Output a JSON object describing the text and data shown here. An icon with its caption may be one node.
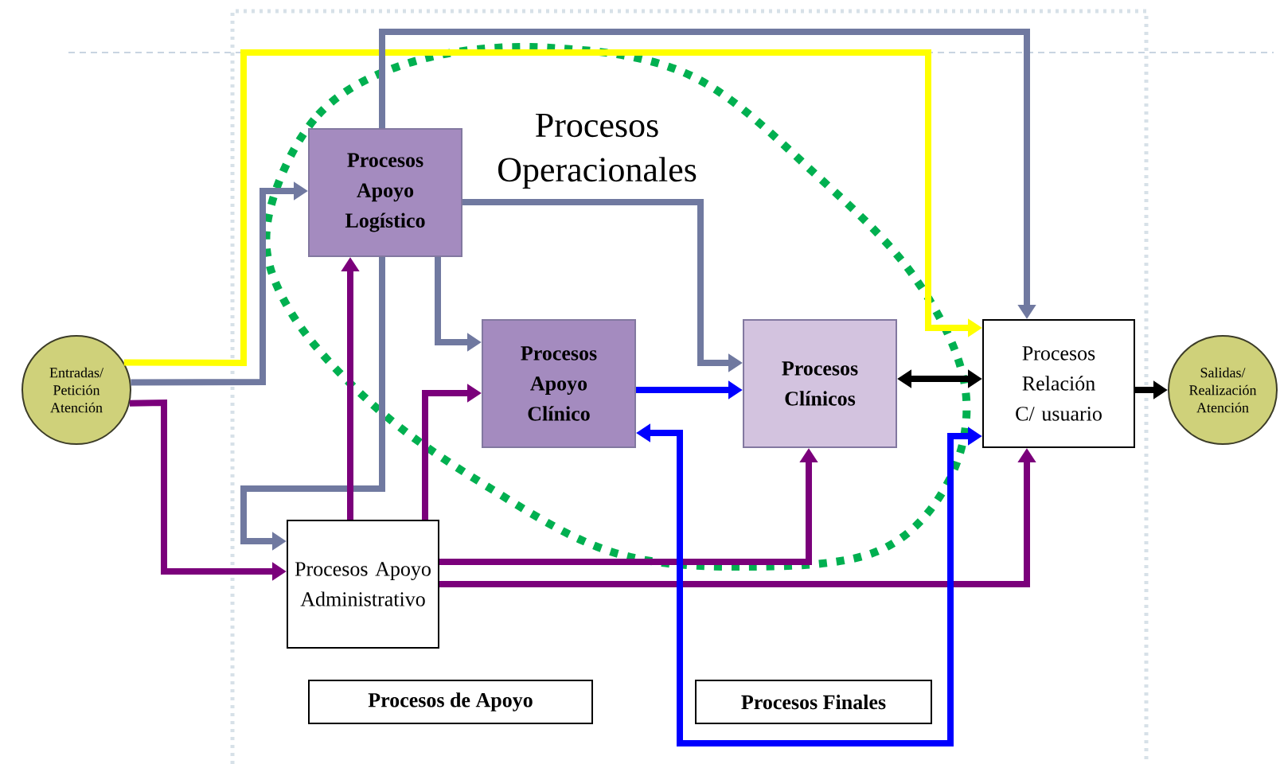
{
  "diagram": {
    "nodes": [
      {
        "text": [
          "Entradas/ Petición Atención"
        ]
      },
      {
        "text": [
          "Procesos Apoyo Logístico"
        ]
      },
      {
        "text": [
          "Procesos Apoyo Clínico"
        ]
      },
      {
        "text": [
          "Procesos Clínicos"
        ]
      },
      {
        "text": [
          "Procesos Relación C/ usuario"
        ]
      },
      {
        "text": [
          "Salidas/ Realización Atención"
        ]
      },
      {
        "text": [
          "Procesos Apoyo Administrativo"
        ]
      },
      {
        "text": [
          "Procesos de Apoyo"
        ]
      },
      {
        "text": [
          "Procesos Finales"
        ]
      }
    ],
    "labels": [
      "Procesos Operacionales"
    ],
    "edges": [
      {
        "from": 0,
        "to": 4,
        "arrow": "to",
        "color": "#ffff00"
      },
      {
        "from": 0,
        "to": 1,
        "arrow": "to",
        "color": "#7079a0"
      },
      {
        "from": 1,
        "to": 4,
        "arrow": "to",
        "color": "#7079a0"
      },
      {
        "from": 1,
        "to": 3,
        "arrow": "to",
        "color": "#7079a0"
      },
      {
        "from": 1,
        "to": 2,
        "arrow": "to",
        "color": "#7079a0"
      },
      {
        "from": 1,
        "to": 6,
        "arrow": "to",
        "color": "#7079a0"
      },
      {
        "from": 0,
        "to": 6,
        "arrow": "to",
        "color": "#7b007b"
      },
      {
        "from": 6,
        "to": 1,
        "arrow": "to",
        "color": "#7b007b"
      },
      {
        "from": 6,
        "to": 2,
        "arrow": "to",
        "color": "#7b007b"
      },
      {
        "from": 6,
        "to": 3,
        "arrow": "to",
        "color": "#7b007b"
      },
      {
        "from": 6,
        "to": 4,
        "arrow": "to",
        "color": "#7b007b"
      },
      {
        "from": 2,
        "to": 3,
        "arrow": "to",
        "color": "#0000ff"
      },
      {
        "from": 2,
        "to": 4,
        "arrow": "both",
        "color": "#0000ff"
      },
      {
        "from": 3,
        "to": 4,
        "arrow": "both",
        "color": "#000000"
      },
      {
        "from": 4,
        "to": 5,
        "arrow": "to",
        "color": "#000000"
      }
    ]
  }
}
